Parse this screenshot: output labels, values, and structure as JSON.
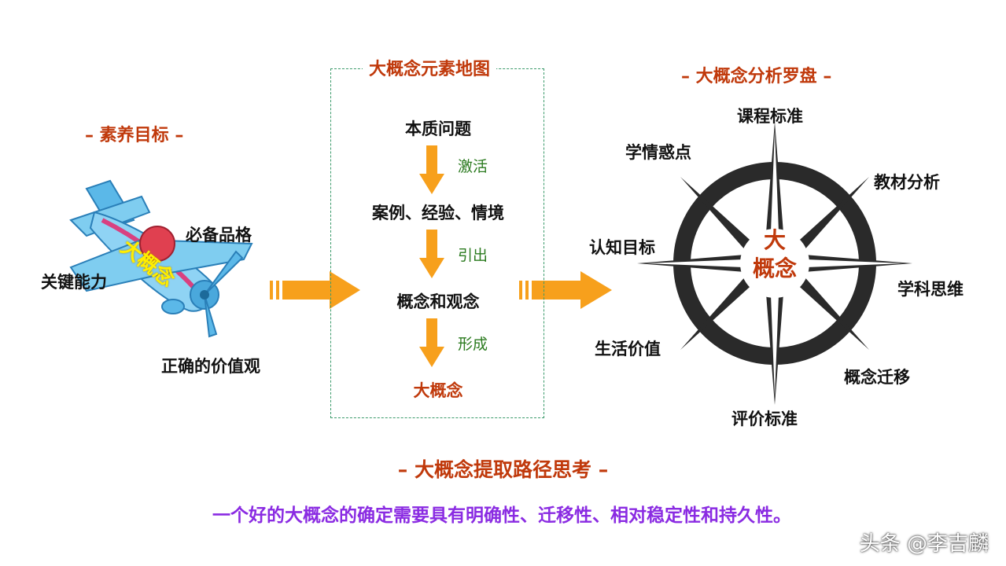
{
  "left": {
    "heading": "– 素养目标 –",
    "center_label": "大概念",
    "labels": {
      "key_ability": "关键能力",
      "character": "必备品格",
      "values": "正确的价值观"
    }
  },
  "middle": {
    "title": "大概念元素地图",
    "steps": [
      "本质问题",
      "案例、经验、情境",
      "概念和观念",
      "大概念"
    ],
    "arrows": [
      "激活",
      "引出",
      "形成"
    ]
  },
  "right": {
    "heading": "– 大概念分析罗盘 –",
    "center_line1": "大",
    "center_line2": "概念",
    "points": {
      "top": "课程标准",
      "top_right": "教材分析",
      "right": "学科思维",
      "bottom_right": "概念迁移",
      "bottom": "评价标准",
      "bottom_left": "生活价值",
      "left": "认知目标",
      "top_left": "学情惑点"
    }
  },
  "bottom": {
    "title": "– 大概念提取路径思考 –",
    "tagline": "一个好的大概念的确定需要具有明确性、迁移性、相对稳定性和持久性。"
  },
  "watermark": "头条 @李吉麟",
  "colors": {
    "heading": "#c0390b",
    "arrow": "#f7a01c",
    "tagline": "#8a2be2",
    "arrow_label": "#2a7a1e"
  }
}
